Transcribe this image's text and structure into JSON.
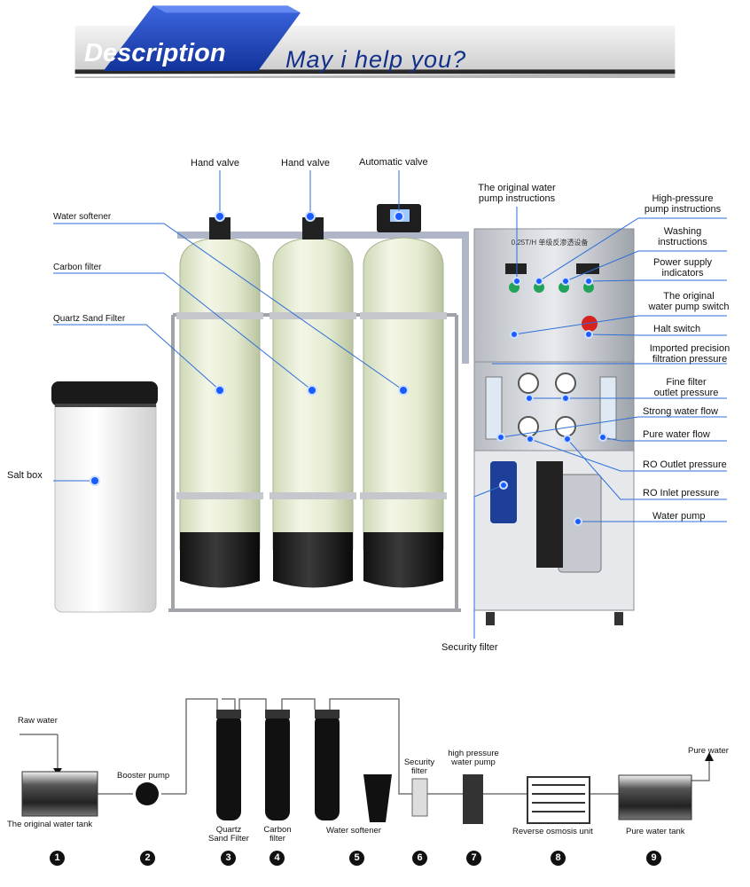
{
  "header": {
    "title": "Description",
    "tagline": "May  i  help  you?"
  },
  "colors": {
    "header_blue": "#1f43b8",
    "callout_line": "#2f6fd8",
    "marker_blue": "#1a5cff"
  },
  "callouts": {
    "hand_valve_1": "Hand valve",
    "hand_valve_2": "Hand valve",
    "automatic_valve": "Automatic valve",
    "water_softener": "Water softener",
    "carbon_filter": "Carbon   filter",
    "quartz_sand_filter": "Quartz  Sand Filter",
    "salt_box": "Salt box",
    "original_pump_instructions_1": "The original water",
    "original_pump_instructions_2": "pump instructions",
    "high_pressure_pump_1": "High-pressure",
    "high_pressure_pump_2": "pump instructions",
    "washing_1": "Washing",
    "washing_2": "instructions",
    "power_supply_1": "Power supply",
    "power_supply_2": "indicators",
    "original_pump_switch_1": "The original",
    "original_pump_switch_2": "water pump switch",
    "halt_switch": "Halt switch",
    "imported_precision_1": "Imported precision",
    "imported_precision_2": "filtration pressure",
    "fine_filter_1": "Fine filter",
    "fine_filter_2": "outlet pressure",
    "strong_water_flow": "Strong water flow",
    "pure_water_flow": "Pure water flow",
    "ro_outlet_pressure": "RO Outlet pressure",
    "ro_inlet_pressure": "RO Inlet pressure",
    "water_pump": "Water pump",
    "security_filter": "Security filter"
  },
  "panel_text": "0.25T/H 单级反渗透设备",
  "flow": {
    "raw_water": "Raw water",
    "original_tank": "The original water tank",
    "booster_pump": "Booster pump",
    "quartz_1": "Quartz",
    "quartz_2": "Sand Filter",
    "carbon_1": "Carbon",
    "carbon_2": "filter",
    "water_softener": "Water softener",
    "security_1": "Security",
    "security_2": "filter",
    "hp_pump_1": "high pressure",
    "hp_pump_2": "water pump",
    "reverse_osmosis": "Reverse osmosis unit",
    "pure_tank": "Pure water tank",
    "pure_water": "Pure water",
    "steps": [
      "1",
      "2",
      "3",
      "4",
      "5",
      "6",
      "7",
      "8",
      "9"
    ]
  }
}
